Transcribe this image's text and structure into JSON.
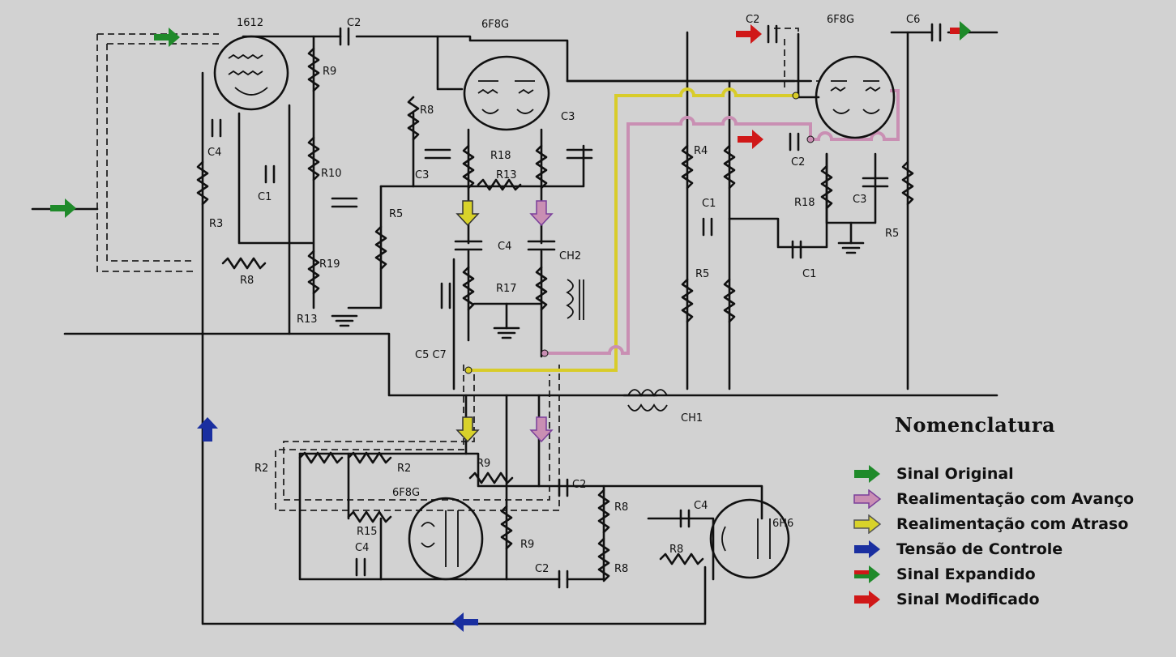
{
  "colors": {
    "background": "#d2d2d2",
    "wire": "#111111",
    "original": "#1f8a2a",
    "advance_feedback": "#c98fb3",
    "delay_feedback": "#d8d22a",
    "control": "#1a2fa0",
    "modified": "#d01818",
    "trace_yellow": "#d8cc2a",
    "trace_pink": "#c98fb3"
  },
  "tubes": {
    "t1612": "1612",
    "t6f8g_a": "6F8G",
    "t6f8g_b": "6F8G",
    "t6f8g_c": "6F8G",
    "t6h6": "6H6"
  },
  "labels": {
    "c2_top": "C2",
    "r9_top": "R9",
    "c4_left": "C4",
    "c1_left": "C1",
    "r10": "R10",
    "r3": "R3",
    "r8_left": "R8",
    "r19": "R19",
    "r13_left": "R13",
    "r8_mid": "R8",
    "c3_left": "C3",
    "r18_mid": "R18",
    "r13_mid": "R13",
    "c3_mid": "C3",
    "r5_mid": "R5",
    "c4_mid": "C4",
    "ch2": "CH2",
    "r17": "R17",
    "c5c7": "C5 C7",
    "c2_right": "C2",
    "c6": "C6",
    "r4": "R4",
    "c1_right": "C1",
    "r5_right": "R5",
    "c2_right2": "C2",
    "r18_right": "R18",
    "c3_right": "C3",
    "r5_far": "R5",
    "c1_right2": "C1",
    "ch1": "CH1",
    "r2_a": "R2",
    "r2_b": "R2",
    "r9_bot": "R9",
    "r15": "R15",
    "c4_bot": "C4",
    "r9_bot2": "R9",
    "c2_bot": "C2",
    "c2_bot2": "C2",
    "r8_bot_a": "R8",
    "r8_bot_b": "R8",
    "r8_bot_c": "R8",
    "c4_bot2": "C4"
  },
  "legend": {
    "title": "Nomenclatura",
    "items": [
      {
        "label": "Sinal Original",
        "icon": "arrow-green",
        "fill": "#1f8a2a",
        "stroke": "#1f8a2a"
      },
      {
        "label": "Realimentação com Avanço",
        "icon": "arrow-pink",
        "fill": "#c98fb3",
        "stroke": "#7a3f9a"
      },
      {
        "label": "Realimentação com Atraso",
        "icon": "arrow-yellow",
        "fill": "#d8d22a",
        "stroke": "#6a6a1a"
      },
      {
        "label": "Tensão de Controle",
        "icon": "arrow-blue",
        "fill": "#1a2fa0",
        "stroke": "#1a2fa0"
      },
      {
        "label": "Sinal Expandido",
        "icon": "arrow-red-green",
        "fill": "#1f8a2a",
        "stroke": "#1f8a2a"
      },
      {
        "label": "Sinal Modificado",
        "icon": "arrow-red",
        "fill": "#d01818",
        "stroke": "#d01818"
      }
    ]
  }
}
